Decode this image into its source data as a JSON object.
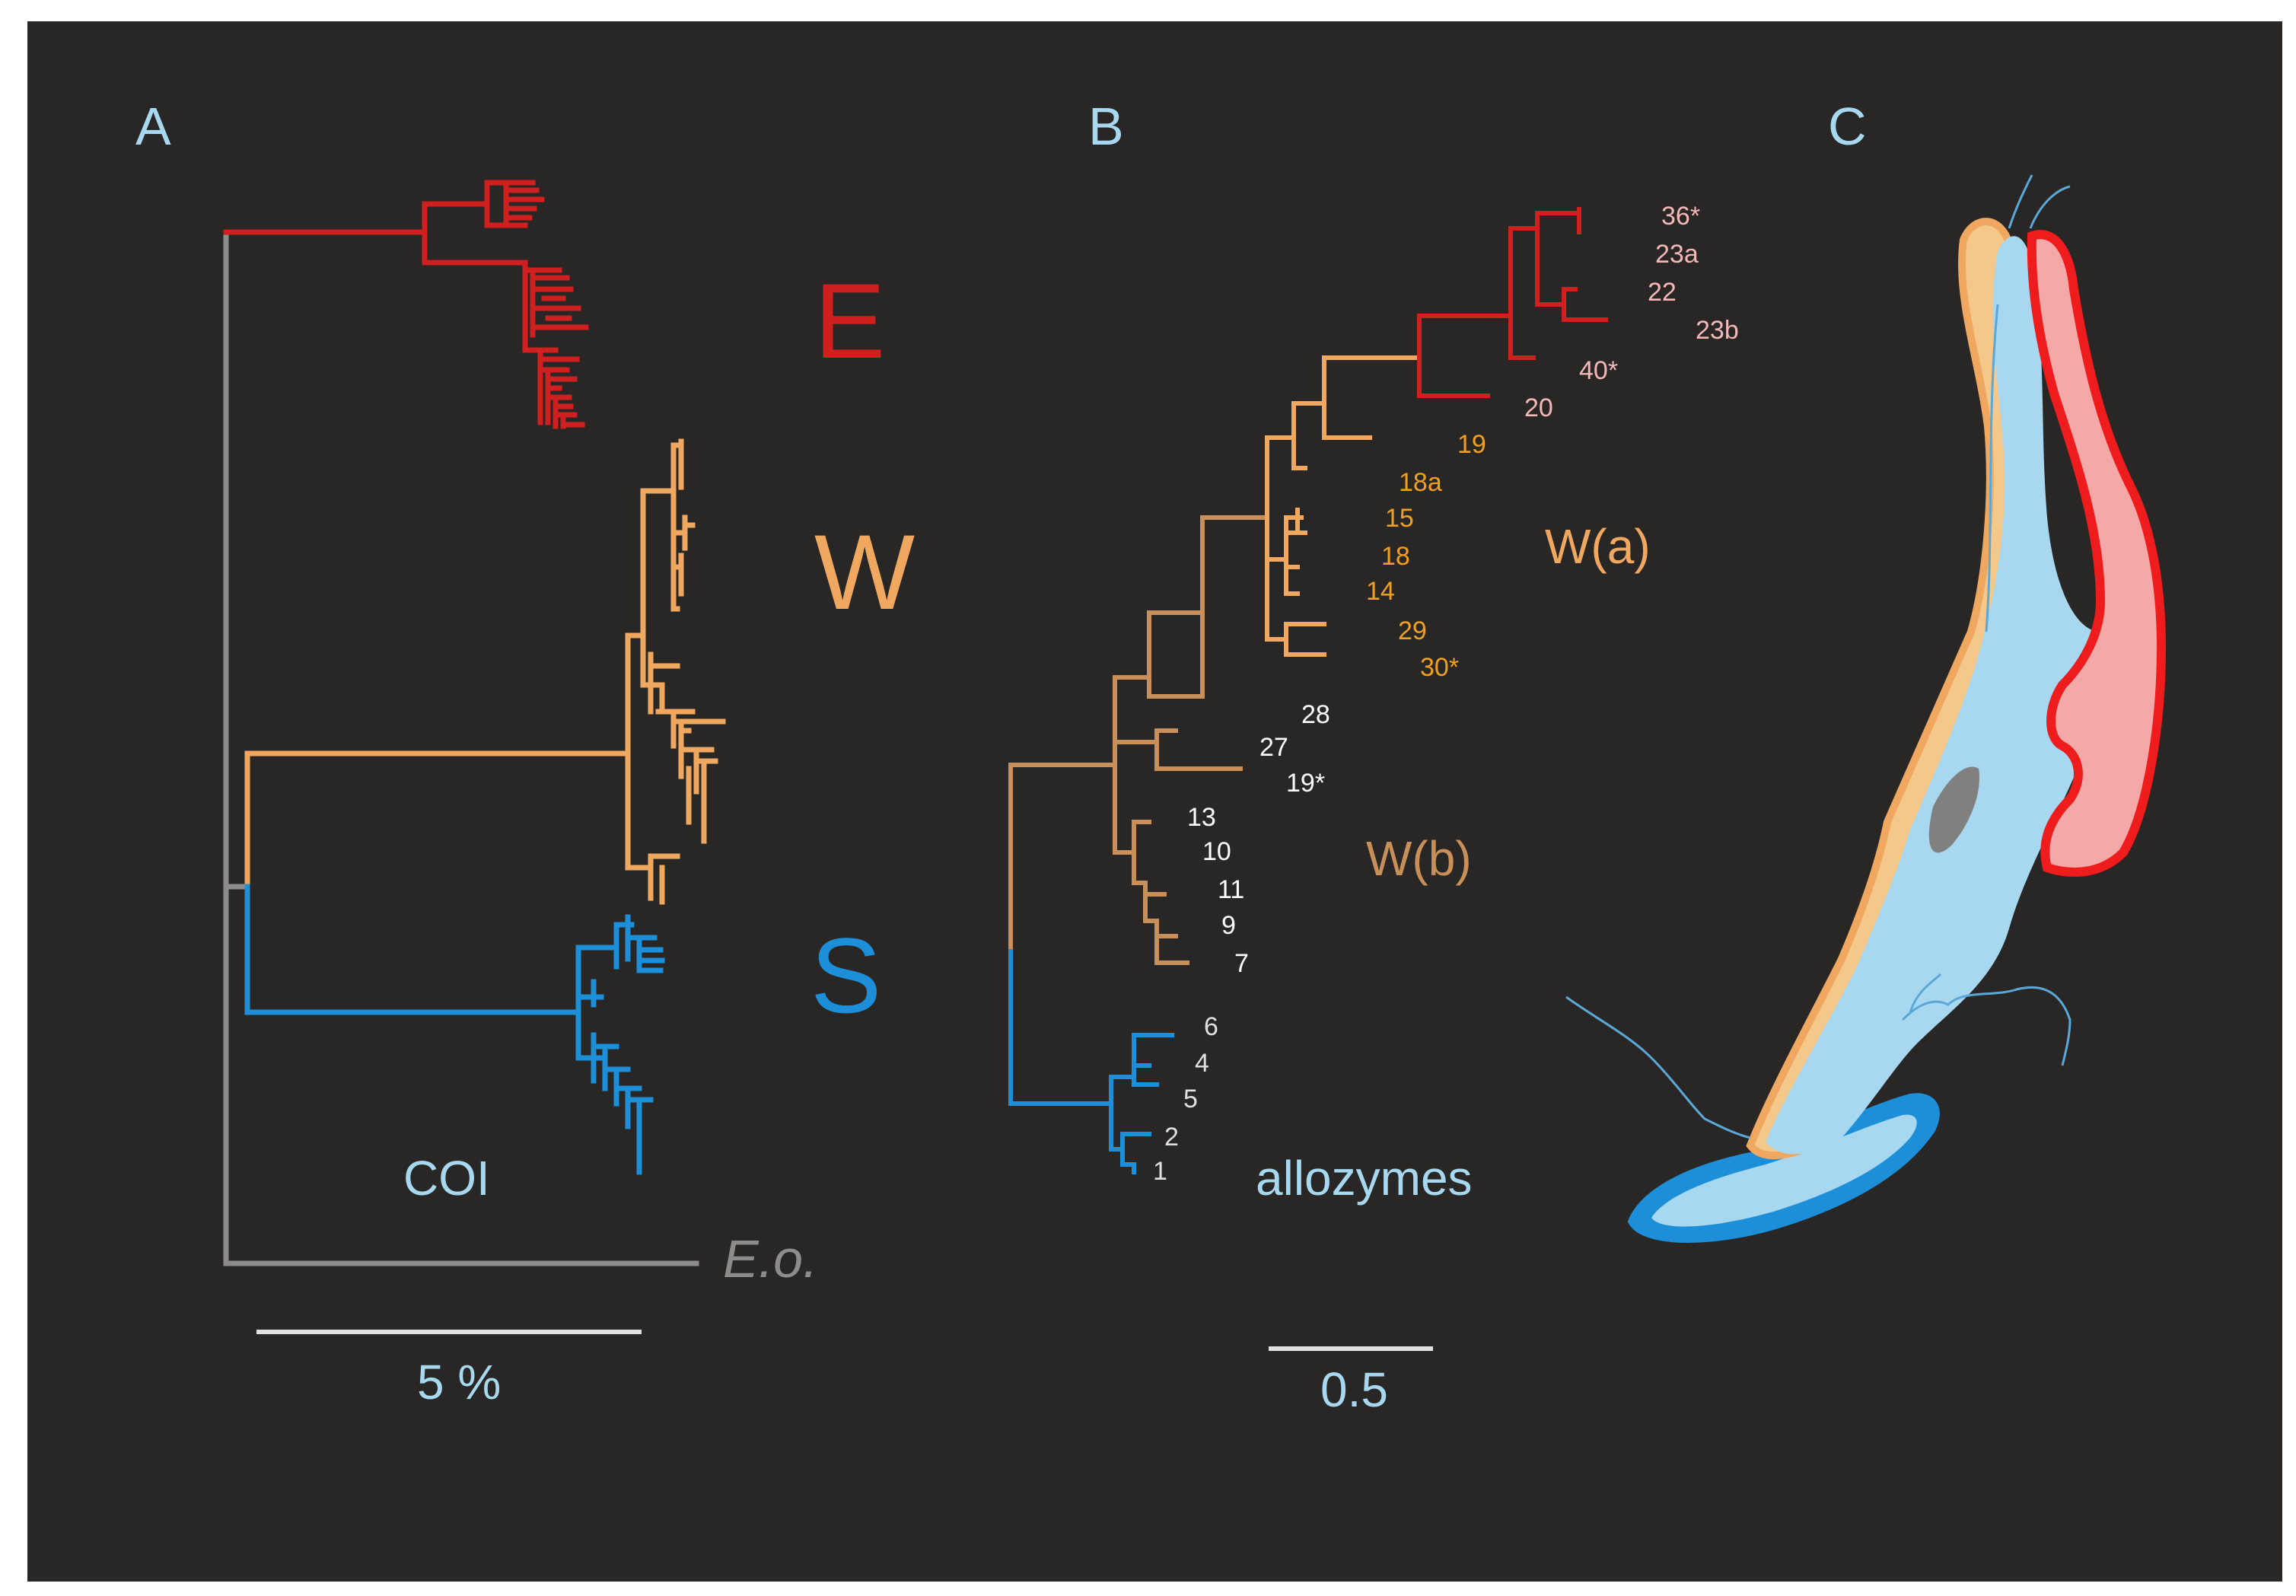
{
  "colors": {
    "background": "#282726",
    "clade_E": "#d01f1f",
    "clade_W": "#f0a860",
    "clade_Wb": "#c89058",
    "clade_S": "#1d8fd8",
    "outgroup": "#8c8c8c",
    "label_blue": "#a8d8f0",
    "label_pink": "#f4b8b8",
    "label_orange": "#f0a020",
    "lake_fill": "#a8d8f0"
  },
  "panel_a": {
    "letter": "A",
    "clade_e": "E",
    "clade_w": "W",
    "clade_s": "S",
    "marker": "COI",
    "outgroup": "E.o.",
    "scale_label": "5 %"
  },
  "panel_b": {
    "letter": "B",
    "marker": "allozymes",
    "group_wa": "W(a)",
    "group_wb": "W(b)",
    "scale_label": "0.5",
    "tips_e": [
      "36*",
      "23a",
      "22",
      "23b",
      "40*",
      "20"
    ],
    "tips_wa": [
      "19",
      "18a",
      "15",
      "18",
      "14",
      "29",
      "30*"
    ],
    "tips_wb": [
      "28",
      "27",
      "19*",
      "13",
      "10",
      "11",
      "9",
      "7"
    ],
    "tips_s": [
      "6",
      "4",
      "5",
      "2",
      "1"
    ]
  },
  "panel_c": {
    "letter": "C",
    "icon": "lake-map-icon"
  }
}
